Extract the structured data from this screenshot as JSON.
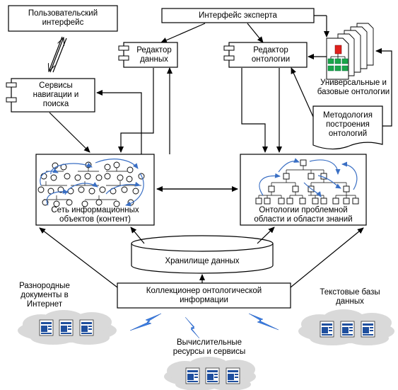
{
  "nodes": {
    "user_interface": [
      "Пользовательский",
      "интерфейс"
    ],
    "expert_interface": [
      "Интерфейс эксперта"
    ],
    "data_editor": [
      "Редактор",
      "данных"
    ],
    "ontology_editor": [
      "Редактор",
      "онтологии"
    ],
    "universal_ontologies": [
      "Универсальные и",
      "базовые онтологии"
    ],
    "methodology": [
      "Методология",
      "построения",
      "онтологий"
    ],
    "navigation_services": [
      "Сервисы",
      "навигации и",
      "поиска"
    ],
    "info_objects_network": [
      "Сеть информационных",
      "объектов (контент)"
    ],
    "domain_ontologies": [
      "Онтологии проблемной",
      "области и области знаний"
    ],
    "data_storage": [
      "Хранилище данных"
    ],
    "ontology_collector": [
      "Коллекционер онтологической",
      "информации"
    ],
    "heterogeneous_docs": [
      "Разнородные",
      "документы в",
      "Интернет"
    ],
    "computing_resources": [
      "Вычислительные",
      "ресурсы и сервисы"
    ],
    "text_databases": [
      "Текстовые базы",
      "данных"
    ]
  },
  "colors": {
    "line": "#000000",
    "blue_arrows": "#3a6fc4",
    "lightning": "#3d7ee0",
    "cloud": "#d9d9d9",
    "doc_icon_blue": "#1f4f9e",
    "ontology_icon_red": "#e0201c",
    "ontology_icon_green": "#1aa64a"
  }
}
